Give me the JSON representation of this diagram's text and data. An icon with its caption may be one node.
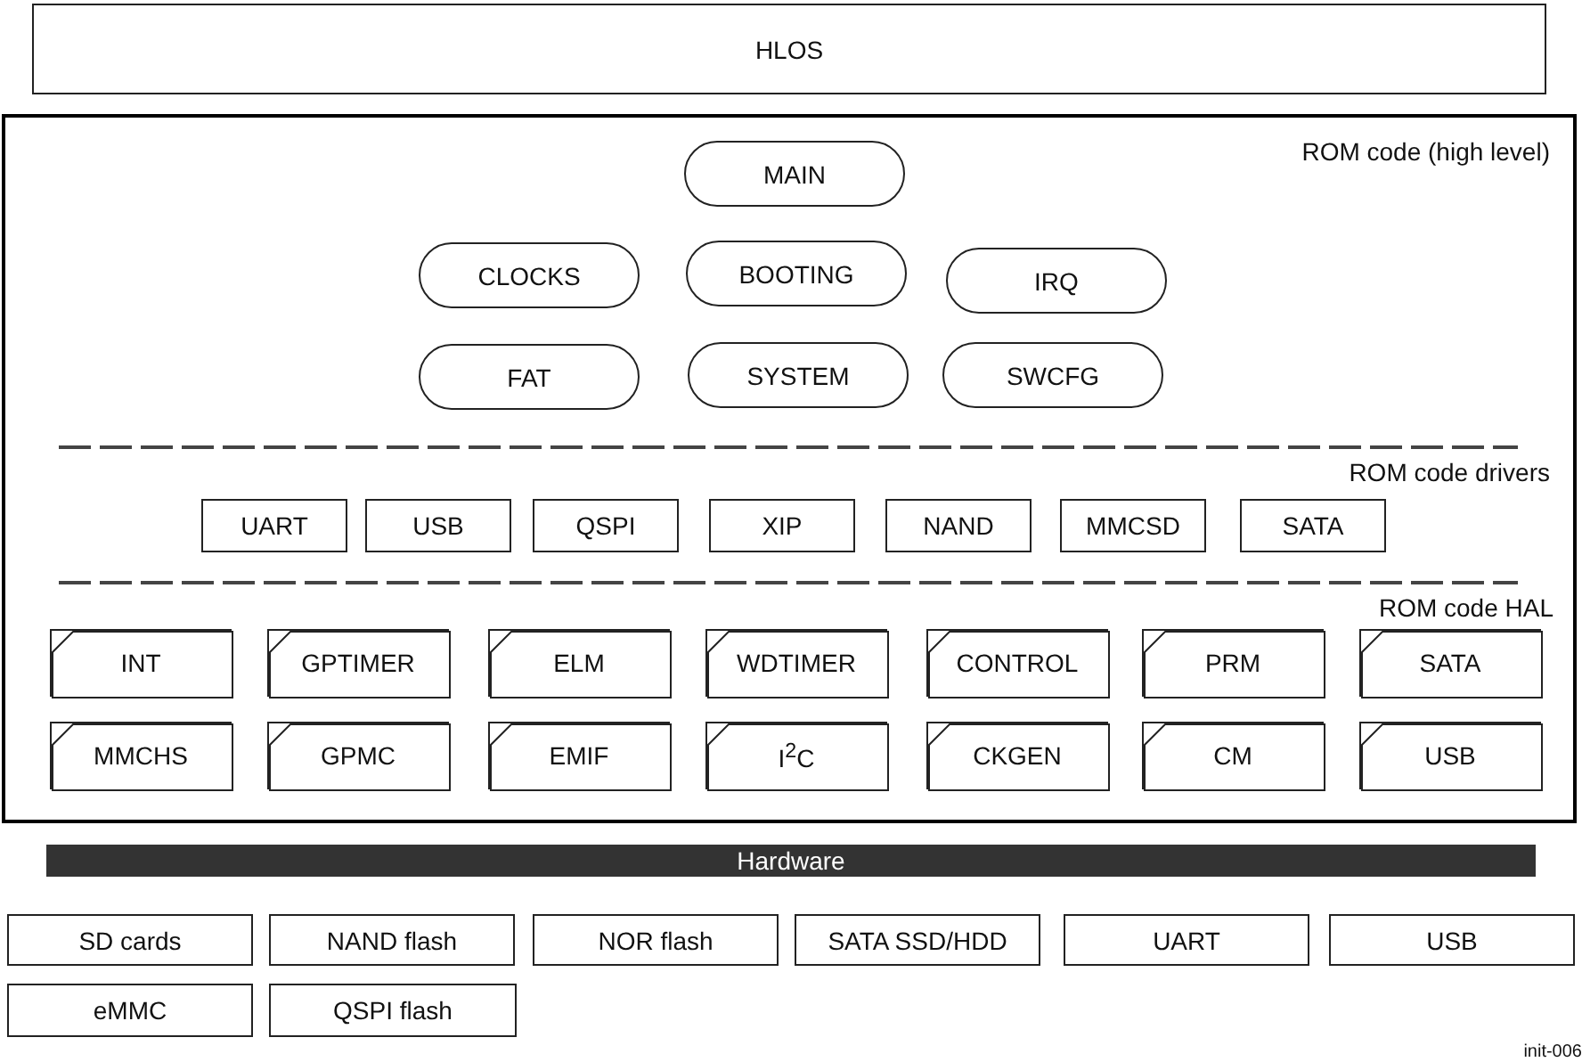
{
  "diagram": {
    "nodes": [
      {
        "text": [
          "HLOS"
        ]
      },
      {
        "text": [
          "ROM code (high level)"
        ]
      },
      {
        "text": [
          "MAIN"
        ],
        "in": 1
      },
      {
        "text": [
          "CLOCKS"
        ],
        "in": 1
      },
      {
        "text": [
          "BOOTING"
        ],
        "in": 1
      },
      {
        "text": [
          "IRQ"
        ],
        "in": 1
      },
      {
        "text": [
          "FAT"
        ],
        "in": 1
      },
      {
        "text": [
          "SYSTEM"
        ],
        "in": 1
      },
      {
        "text": [
          "SWCFG"
        ],
        "in": 1
      },
      {
        "text": [
          "UART"
        ],
        "in": 1
      },
      {
        "text": [
          "USB"
        ],
        "in": 1
      },
      {
        "text": [
          "QSPI"
        ],
        "in": 1
      },
      {
        "text": [
          "XIP"
        ],
        "in": 1
      },
      {
        "text": [
          "NAND"
        ],
        "in": 1
      },
      {
        "text": [
          "MMCSD"
        ],
        "in": 1
      },
      {
        "text": [
          "SATA"
        ],
        "in": 1
      },
      {
        "text": [
          "INT"
        ],
        "in": 1
      },
      {
        "text": [
          "GPTIMER"
        ],
        "in": 1
      },
      {
        "text": [
          "ELM"
        ],
        "in": 1
      },
      {
        "text": [
          "WDTIMER"
        ],
        "in": 1
      },
      {
        "text": [
          "CONTROL"
        ],
        "in": 1
      },
      {
        "text": [
          "PRM"
        ],
        "in": 1
      },
      {
        "text": [
          "SATA"
        ],
        "in": 1
      },
      {
        "text": [
          "MMCHS"
        ],
        "in": 1
      },
      {
        "text": [
          "GPMC"
        ],
        "in": 1
      },
      {
        "text": [
          "EMIF"
        ],
        "in": 1
      },
      {
        "text": [
          "I$^{2}$C"
        ],
        "in": 1
      },
      {
        "text": [
          "CKGEN"
        ],
        "in": 1
      },
      {
        "text": [
          "CM"
        ],
        "in": 1
      },
      {
        "text": [
          "USB"
        ],
        "in": 1
      },
      {
        "text": [
          "Hardware"
        ]
      },
      {
        "text": [
          "SD cards"
        ]
      },
      {
        "text": [
          "NAND flash"
        ]
      },
      {
        "text": [
          "NOR flash"
        ]
      },
      {
        "text": [
          "SATA SSD/HDD"
        ]
      },
      {
        "text": [
          "UART"
        ]
      },
      {
        "text": [
          "USB"
        ]
      },
      {
        "text": [
          "eMMC"
        ]
      },
      {
        "text": [
          "QSPI flash"
        ]
      }
    ],
    "labels": [
      "ROM code drivers",
      "ROM code HAL",
      "init-006"
    ]
  }
}
